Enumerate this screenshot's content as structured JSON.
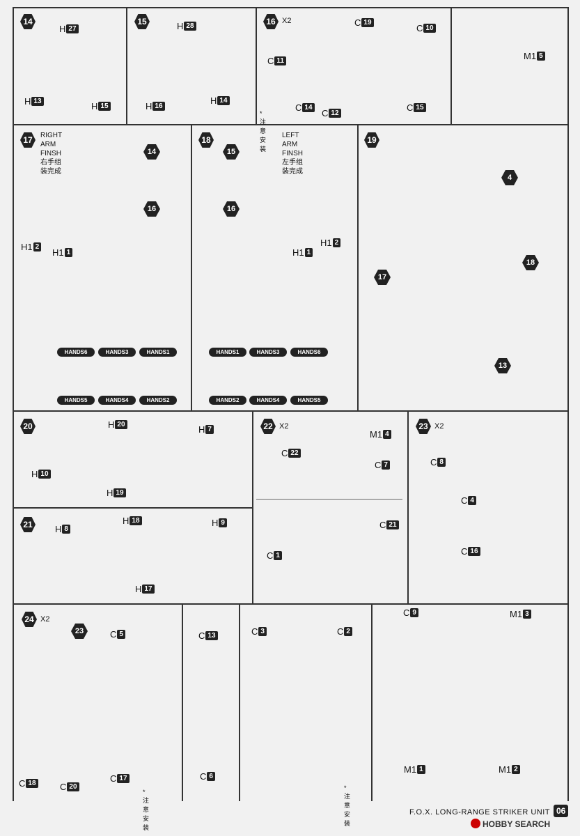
{
  "steps": {
    "s14": {
      "num": "14",
      "labels": {
        "h27": {
          "l": "H",
          "n": "27"
        },
        "h13": {
          "l": "H",
          "n": "13"
        },
        "h15": {
          "l": "H",
          "n": "15"
        }
      }
    },
    "s15": {
      "num": "15",
      "labels": {
        "h28": {
          "l": "H",
          "n": "28"
        },
        "h16": {
          "l": "H",
          "n": "16"
        },
        "h14": {
          "l": "H",
          "n": "14"
        }
      }
    },
    "s16": {
      "num": "16",
      "mult": "X2",
      "note": "*注意安装",
      "labels": {
        "c19": {
          "l": "C",
          "n": "19"
        },
        "c10": {
          "l": "C",
          "n": "10"
        },
        "c11": {
          "l": "C",
          "n": "11"
        },
        "c14": {
          "l": "C",
          "n": "14"
        },
        "c12": {
          "l": "C",
          "n": "12"
        },
        "c15": {
          "l": "C",
          "n": "15"
        },
        "m15": {
          "l": "M1",
          "n": "5"
        }
      }
    },
    "s17": {
      "num": "17",
      "title_en": "RIGHT ARM FINSH",
      "title_cn": "右手组装完成",
      "callouts": [
        "14",
        "16"
      ],
      "labels": {
        "h12": {
          "l": "H1",
          "n": "2"
        },
        "h11": {
          "l": "H1",
          "n": "1"
        }
      },
      "hands_top": [
        "HANDS6",
        "HANDS3",
        "HANDS1"
      ],
      "hands_bottom": [
        "HANDS5",
        "HANDS4",
        "HANDS2"
      ]
    },
    "s18": {
      "num": "18",
      "title_en": "LEFT ARM FINSH",
      "title_cn": "左手组装完成",
      "callouts": [
        "15",
        "16"
      ],
      "labels": {
        "h11": {
          "l": "H1",
          "n": "1"
        },
        "h12": {
          "l": "H1",
          "n": "2"
        }
      },
      "hands_top": [
        "HANDS1",
        "HANDS3",
        "HANDS6"
      ],
      "hands_bottom": [
        "HANDS2",
        "HANDS4",
        "HANDS5"
      ]
    },
    "s19": {
      "num": "19",
      "callouts": {
        "head": "4",
        "left": "17",
        "right": "18",
        "bottom": "13"
      }
    },
    "s20": {
      "num": "20",
      "labels": {
        "h20": {
          "l": "H",
          "n": "20"
        },
        "h7": {
          "l": "H",
          "n": "7"
        },
        "h10": {
          "l": "H",
          "n": "10"
        },
        "h19": {
          "l": "H",
          "n": "19"
        }
      }
    },
    "s21": {
      "num": "21",
      "labels": {
        "h18": {
          "l": "H",
          "n": "18"
        },
        "h9": {
          "l": "H",
          "n": "9"
        },
        "h8": {
          "l": "H",
          "n": "8"
        },
        "h17": {
          "l": "H",
          "n": "17"
        }
      }
    },
    "s22": {
      "num": "22",
      "mult": "X2",
      "labels": {
        "m14": {
          "l": "M1",
          "n": "4"
        },
        "c22": {
          "l": "C",
          "n": "22"
        },
        "c7": {
          "l": "C",
          "n": "7"
        },
        "c21": {
          "l": "C",
          "n": "21"
        },
        "c1": {
          "l": "C",
          "n": "1"
        }
      }
    },
    "s23": {
      "num": "23",
      "mult": "X2",
      "labels": {
        "c8": {
          "l": "C",
          "n": "8"
        },
        "c4": {
          "l": "C",
          "n": "4"
        },
        "c16": {
          "l": "C",
          "n": "16"
        }
      }
    },
    "s24": {
      "num": "24",
      "mult": "X2",
      "callout": "23",
      "note": "*注意安装",
      "labels": {
        "c5": {
          "l": "C",
          "n": "5"
        },
        "c18": {
          "l": "C",
          "n": "18"
        },
        "c20": {
          "l": "C",
          "n": "20"
        },
        "c17": {
          "l": "C",
          "n": "17"
        },
        "c13": {
          "l": "C",
          "n": "13"
        },
        "c6": {
          "l": "C",
          "n": "6"
        },
        "c3": {
          "l": "C",
          "n": "3"
        },
        "c2": {
          "l": "C",
          "n": "2"
        },
        "c9": {
          "l": "C",
          "n": "9"
        },
        "m13": {
          "l": "M1",
          "n": "3"
        },
        "m11": {
          "l": "M1",
          "n": "1"
        },
        "m12": {
          "l": "M1",
          "n": "2"
        }
      }
    }
  },
  "footer": {
    "title": "F.O.X. LONG-RANGE STRIKER UNIT",
    "page": "06"
  },
  "watermark": "HOBBY SEARCH"
}
